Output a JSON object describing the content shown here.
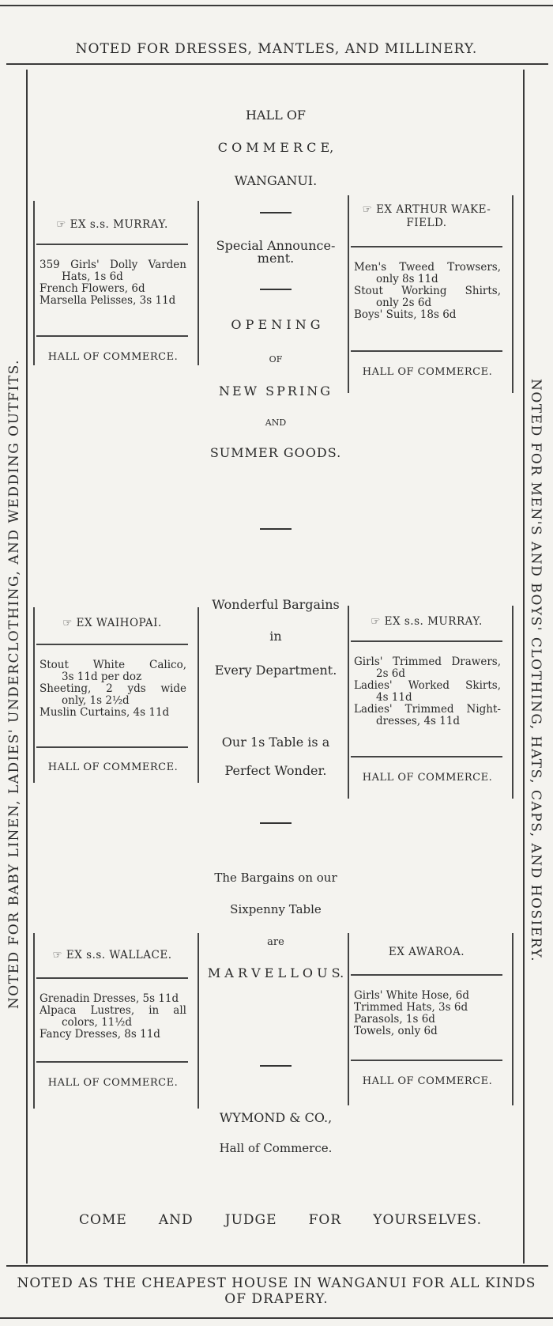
{
  "top_banner": "NOTED FOR DRESSES, MANTLES, AND MILLINERY.",
  "left_side_text": "NOTED FOR BABY LINEN, LADIES' UNDERCLOTHING, AND WEDDING OUTFITS.",
  "right_side_text": "NOTED FOR MEN'S AND BOYS' CLOTHING, HATS, CAPS, AND HOSIERY.",
  "center": {
    "line1": "HALL OF",
    "line2": "C O M M E R C E,",
    "line3": "WANGANUI.",
    "special": "Special Announce-",
    "special2": "ment.",
    "opening": "O P E N I N G",
    "of": "OF",
    "new_spring": "NEW SPRING",
    "and": "AND",
    "summer": "SUMMER GOODS.",
    "wonderful": "Wonderful Bargains",
    "in": "in",
    "every": "Every Department.",
    "table1": "Our 1s Table is a",
    "table2": "Perfect Wonder.",
    "bargains1": "The Bargains on our",
    "bargains2": "Sixpenny Table",
    "are": "are",
    "marvellous": "M A R V E L L O U S.",
    "firm": "WYMOND & CO.,",
    "firm2": "Hall of Commerce."
  },
  "boxes": {
    "murray_left": {
      "header": "☞ EX s.s. MURRAY.",
      "items": [
        "359 Girls' Dolly Varden",
        "Hats, 1s 6d",
        "French Flowers, 6d",
        "Marsella Pelisses, 3s 11d"
      ],
      "footer": "HALL OF COMMERCE."
    },
    "wakefield": {
      "header": "☞ EX ARTHUR WAKE-",
      "header2": "FIELD.",
      "items": [
        "Men's Tweed Trowsers,",
        "only 8s 11d",
        "Stout Working Shirts,",
        "only 2s 6d",
        "Boys' Suits, 18s 6d"
      ],
      "footer": "HALL OF COMMERCE."
    },
    "waihopai": {
      "header": "☞ EX WAIHOPAI.",
      "items": [
        "Stout White Calico,",
        "3s 11d per doz",
        "Sheeting, 2 yds wide",
        "only, 1s 2½d",
        "Muslin Curtains, 4s 11d"
      ],
      "footer": "HALL OF COMMERCE."
    },
    "murray_right": {
      "header": "☞ EX s.s. MURRAY.",
      "items": [
        "Girls' Trimmed Drawers,",
        "2s 6d",
        "Ladies' Worked Skirts,",
        "4s 11d",
        "Ladies' Trimmed Night-",
        "dresses, 4s 11d"
      ],
      "footer": "HALL OF COMMERCE."
    },
    "wallace": {
      "header": "☞ EX s.s. WALLACE.",
      "items": [
        "Grenadin Dresses, 5s 11d",
        "Alpaca Lustres, in all",
        "colors, 11½d",
        "Fancy Dresses, 8s 11d"
      ],
      "footer": "HALL OF COMMERCE."
    },
    "awaroa": {
      "header": "EX AWAROA.",
      "items": [
        "Girls' White Hose, 6d",
        "Trimmed Hats, 3s 6d",
        "Parasols, 1s 6d",
        "Towels, only 6d"
      ],
      "footer": "HALL OF COMMERCE."
    }
  },
  "come_and_judge": [
    "COME",
    "AND",
    "JUDGE",
    "FOR",
    "YOURSELVES."
  ],
  "footer_banner": "NOTED AS THE CHEAPEST HOUSE IN WANGANUI FOR ALL KINDS",
  "footer_banner2": "OF DRAPERY."
}
